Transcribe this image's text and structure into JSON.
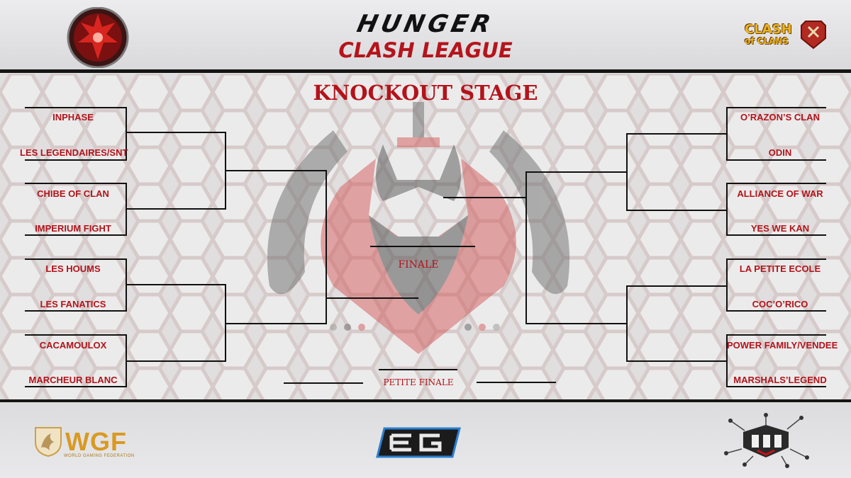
{
  "header": {
    "title": "HUNGER",
    "subtitle": "CLASH LEAGUE"
  },
  "stage_title": "KNOCKOUT STAGE",
  "teams_left": [
    "INPHASE",
    "LES LEGENDAIRES/SNT",
    "CHIBE OF CLAN",
    "IMPERIUM FIGHT",
    "LES HOUMS",
    "LES FANATICS",
    "CACAMOULOX",
    "MARCHEUR BLANC"
  ],
  "teams_right": [
    "O’RAZON’S CLAN",
    "ODIN",
    "ALLIANCE OF WAR",
    "YES WE KAN",
    "LA PETITE ECOLE",
    "COC’O’RICO",
    "POWER FAMILY/VENDEE",
    "MARSHALS’LEGEND"
  ],
  "labels": {
    "final": "FINALE",
    "third_place": "PETITE FINALE"
  },
  "logos": {
    "top_left": "dragon-clan-emblem",
    "top_right": "Clash of Clans",
    "top_right_text": "CLASH",
    "top_right_text2": "of CLANS",
    "bottom_left": "WGF",
    "bottom_left_sub": "WORLD GAMING FEDERATION",
    "bottom_center": "eg-logo",
    "bottom_right": "circuit-logo"
  },
  "colors": {
    "accent_red": "#b3131a",
    "line": "#111111"
  }
}
